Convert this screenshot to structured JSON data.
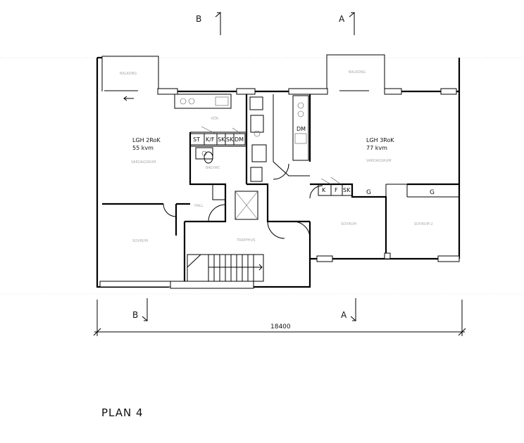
{
  "sections": {
    "top_b": "B",
    "top_a": "A",
    "bottom_b": "B",
    "bottom_a": "A"
  },
  "apartments": {
    "left": {
      "name": "LGH 2RoK",
      "area": "55 kvm"
    },
    "right": {
      "name": "LGH 3RoK",
      "area": "77 kvm"
    }
  },
  "fixtures": {
    "st": "ST",
    "kf": "K/F",
    "sk1": "SK",
    "sk2": "SK",
    "dm_left": "DM",
    "dm_right": "DM",
    "k": "K",
    "f": "F",
    "sk3": "SK",
    "g1": "G",
    "g2": "G"
  },
  "dimension": {
    "total_width": "18400"
  },
  "plan_title": "PLAN 4"
}
